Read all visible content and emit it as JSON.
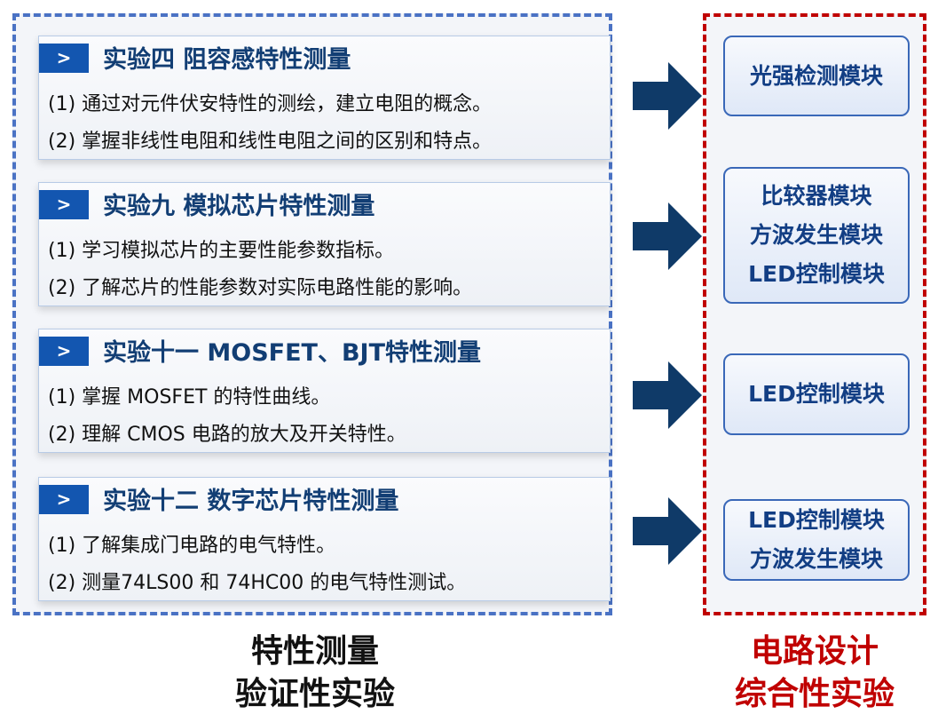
{
  "experiments": [
    {
      "badge": ">",
      "title": "实验四 阻容感特性测量",
      "lines": [
        "(1) 通过对元件伏安特性的测绘，建立电阻的概念。",
        "(2) 掌握非线性电阻和线性电阻之间的区别和特点。"
      ]
    },
    {
      "badge": ">",
      "title": "实验九 模拟芯片特性测量",
      "lines": [
        "(1) 学习模拟芯片的主要性能参数指标。",
        "(2) 了解芯片的性能参数对实际电路性能的影响。"
      ]
    },
    {
      "badge": ">",
      "title": "实验十一 MOSFET、BJT特性测量",
      "lines": [
        "(1) 掌握 MOSFET 的特性曲线。",
        "(2) 理解 CMOS 电路的放大及开关特性。"
      ]
    },
    {
      "badge": ">",
      "title": "实验十二 数字芯片特性测量",
      "lines": [
        "(1) 了解集成门电路的电气特性。",
        "(2) 测量74LS00 和 74HC00 的电气特性测试。"
      ]
    }
  ],
  "modules": [
    [
      "光强检测模块"
    ],
    [
      "比较器模块",
      "方波发生模块",
      "LED控制模块"
    ],
    [
      "LED控制模块"
    ],
    [
      "LED控制模块",
      "方波发生模块"
    ]
  ],
  "labels": {
    "left": [
      "特性测量",
      "验证性实验"
    ],
    "right": [
      "电路设计",
      "综合性实验"
    ]
  },
  "colors": {
    "blue_accent": "#1356b0",
    "red_accent": "#c00000",
    "arrow": "#0f3a68"
  }
}
